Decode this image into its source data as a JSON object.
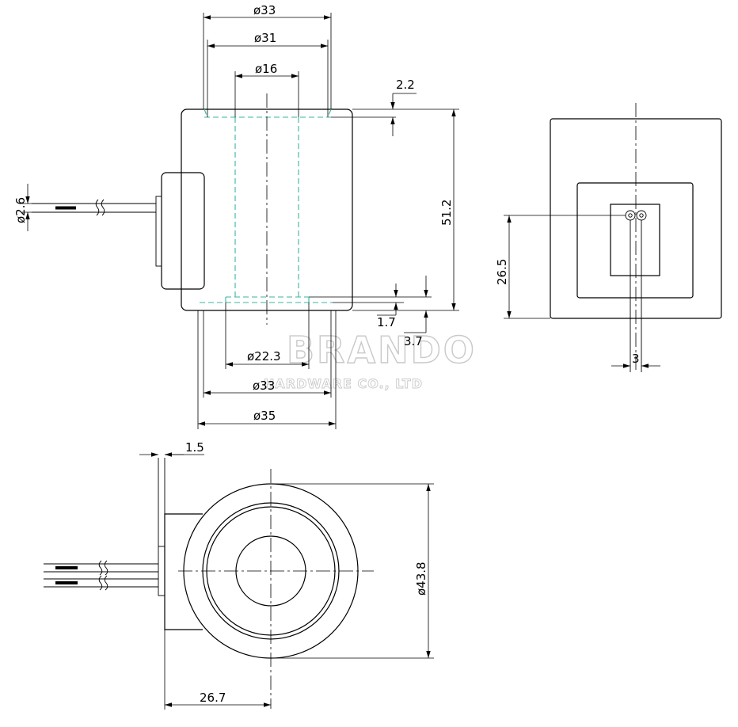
{
  "drawing": {
    "views": [
      "front-view",
      "side-view",
      "top-view"
    ]
  },
  "watermark": {
    "brand": "BRANDO",
    "company": "HARDWARE CO., LTD"
  },
  "dimensions": {
    "d33_top": "ø33",
    "d31": "ø31",
    "d16": "ø16",
    "d2_2": "2.2",
    "h51_2": "51.2",
    "d2_6": "ø2.6",
    "d1_7": "1.7",
    "d3_7": "3.7",
    "d22_3": "ø22.3",
    "d33_bottom": "ø33",
    "d35": "ø35",
    "h26_5": "26.5",
    "w3": "3",
    "d1_5": "1.5",
    "d43_8": "ø43.8",
    "w26_7": "26.7"
  },
  "colors": {
    "line": "#000000",
    "hidden_line": "#37b5a0",
    "watermark": "#c9c9c9"
  }
}
